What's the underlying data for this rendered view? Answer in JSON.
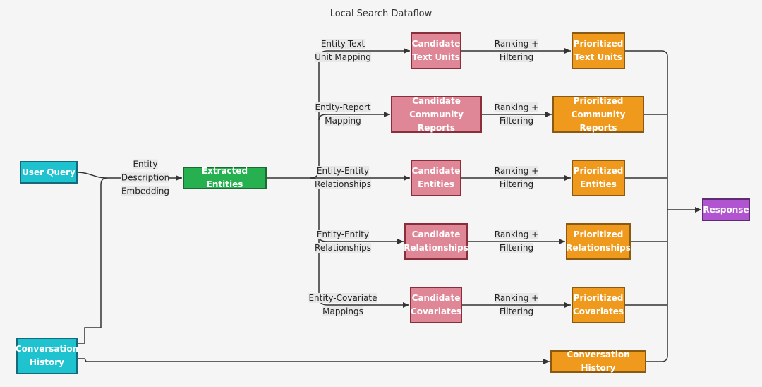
{
  "title": "Local Search Dataflow",
  "colors": {
    "cyan": "#1fc3d0",
    "green": "#27b050",
    "pink": "#df8796",
    "orange": "#f09a1d",
    "purple": "#b054d0",
    "edge": "#333333"
  },
  "nodes": {
    "user_query": "User Query",
    "conversation_history_in": "Conversation\nHistory",
    "extracted_entities": "Extracted Entities",
    "candidate_text_units": "Candidate\nText Units",
    "candidate_community_reports": "Candidate\nCommunity Reports",
    "candidate_entities": "Candidate\nEntities",
    "candidate_relationships": "Candidate\nRelationships",
    "candidate_covariates": "Candidate\nCovariates",
    "prioritized_text_units": "Prioritized\nText Units",
    "prioritized_community_reports": "Prioritized\nCommunity Reports",
    "prioritized_entities": "Prioritized\nEntities",
    "prioritized_relationships": "Prioritized\nRelationships",
    "prioritized_covariates": "Prioritized\nCovariates",
    "conversation_history_out": "Conversation History",
    "response": "Response"
  },
  "edge_labels": {
    "entity_description_embedding": "Entity\nDescription\nEmbedding",
    "entity_text_unit_mapping": "Entity-Text\nUnit Mapping",
    "entity_report_mapping": "Entity-Report\nMapping",
    "entity_entity_relationships_1": "Entity-Entity\nRelationships",
    "entity_entity_relationships_2": "Entity-Entity\nRelationships",
    "entity_covariate_mappings": "Entity-Covariate\nMappings",
    "ranking_filtering_1": "Ranking +\nFiltering",
    "ranking_filtering_2": "Ranking +\nFiltering",
    "ranking_filtering_3": "Ranking +\nFiltering",
    "ranking_filtering_4": "Ranking +\nFiltering",
    "ranking_filtering_5": "Ranking +\nFiltering"
  }
}
